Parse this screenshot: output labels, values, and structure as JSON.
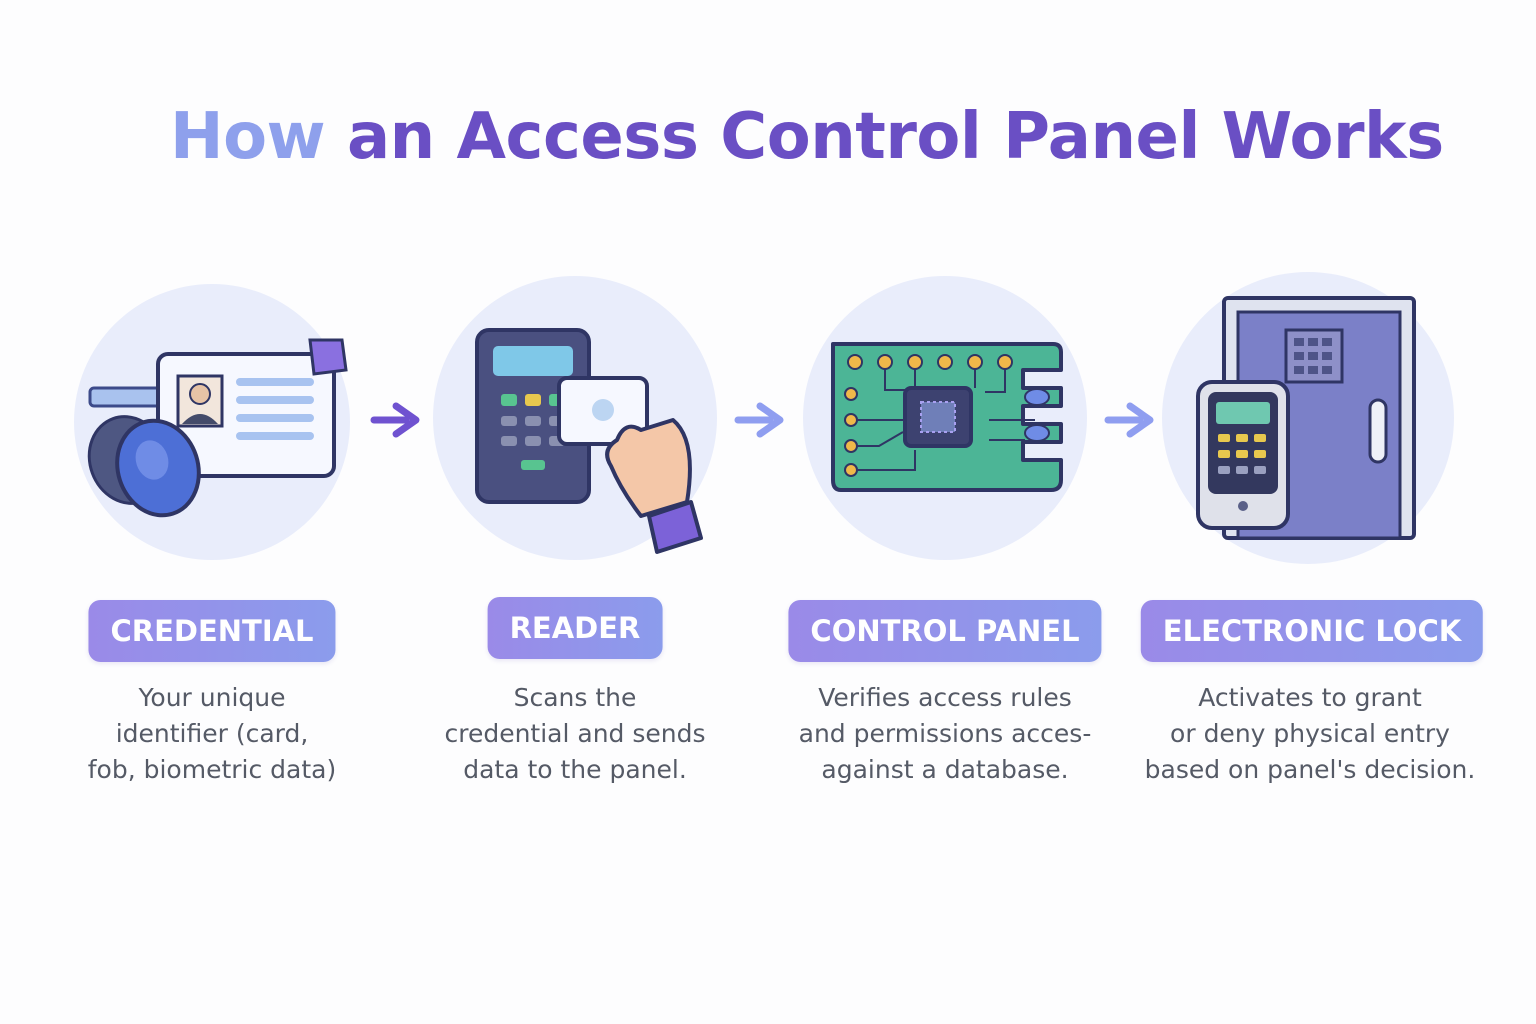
{
  "title": {
    "part1": "How",
    "part2": "an Access Control Panel Works"
  },
  "colors": {
    "title_light": "#8ea0ec",
    "title_dark": "#6a4fc4",
    "badge": "#9a8ae8",
    "accent": "#6a4fc4",
    "circle_bg": "#e9edfb"
  },
  "steps": [
    {
      "label": "CREDENTIAL",
      "icon": "id-card-and-key-fob-icon",
      "lines": [
        "Your unique",
        "identifier (card,",
        "fob, biometric data)"
      ]
    },
    {
      "label": "READER",
      "icon": "card-reader-icon",
      "lines": [
        "Scans the",
        "credential and sends",
        "data to the panel."
      ]
    },
    {
      "label": "CONTROL PANEL",
      "icon": "circuit-board-icon",
      "lines": [
        "Verifies access rules",
        "and permissions acces-",
        "against a database."
      ]
    },
    {
      "label": "ELECTRONIC LOCK",
      "icon": "door-lock-icon",
      "lines": [
        "Activates to grant",
        "or deny physical entry",
        "based on panel's decision."
      ]
    }
  ]
}
